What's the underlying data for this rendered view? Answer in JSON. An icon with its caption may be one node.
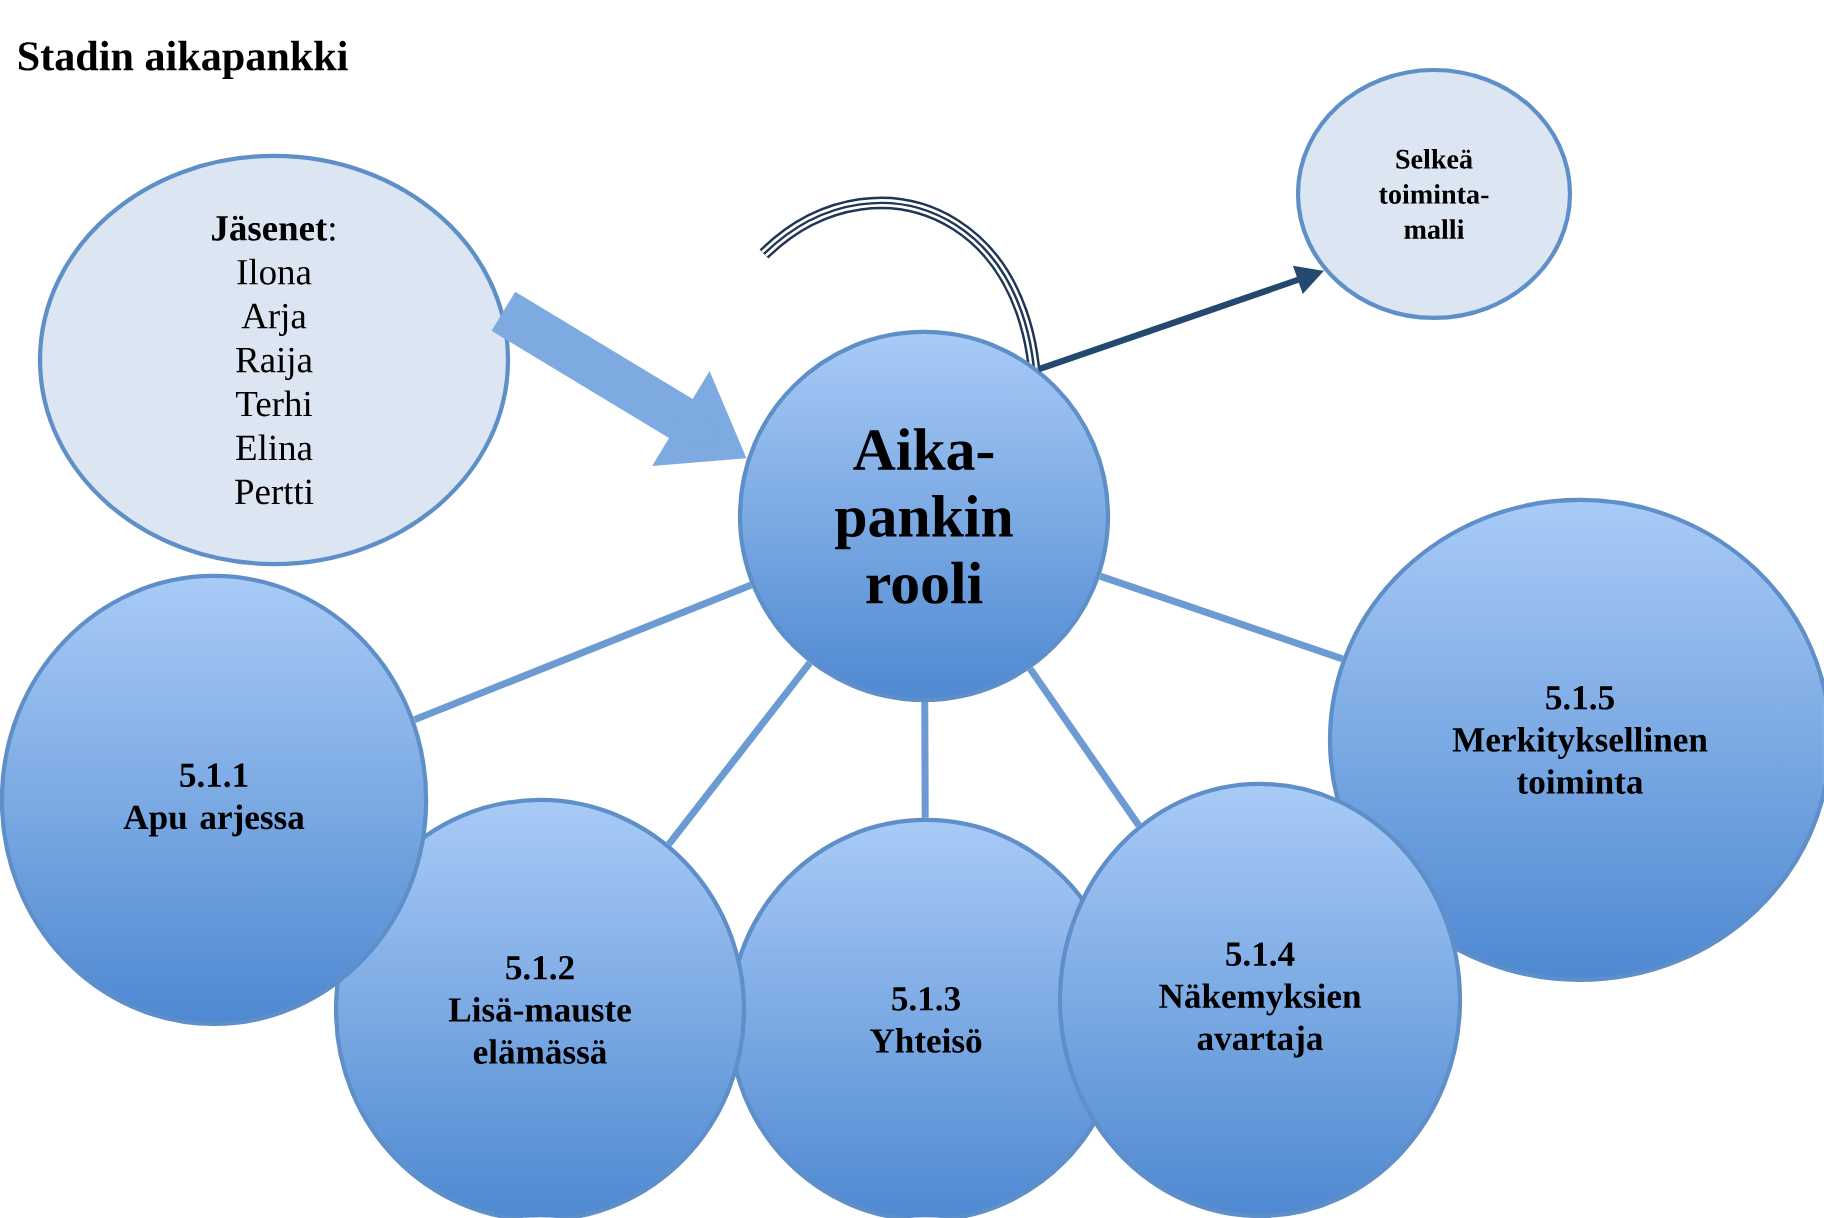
{
  "diagram": {
    "title": "Stadin aikapankki",
    "nodes": [
      {
        "text": [
          "**Jäsenet**:",
          "Ilona Arja Raija Terhi Elina Pertti"
        ]
      },
      {
        "text": [
          "Aika-pankin rooli"
        ]
      },
      {
        "text": [
          "Selkeä toiminta-malli"
        ]
      },
      {
        "text": [
          "5.1.1",
          "Apu arjessa"
        ]
      },
      {
        "text": [
          "5.1.2",
          "Lisä-mauste elämässä"
        ]
      },
      {
        "text": [
          "5.1.3",
          "Yhteisö"
        ]
      },
      {
        "text": [
          "5.1.4",
          "Näkemyksien avartaja"
        ]
      },
      {
        "text": [
          "5.1.5",
          "Merkityksellinen toiminta"
        ]
      }
    ],
    "edges": [
      {
        "from": 0,
        "to": 1,
        "arrow": "to",
        "style": "thick",
        "color": "#7eaae2"
      },
      {
        "from": 1,
        "to": 2,
        "arrow": "to",
        "color": "#24496e"
      },
      {
        "from": 1,
        "to": 3,
        "arrow": "none"
      },
      {
        "from": 1,
        "to": 4,
        "arrow": "none"
      },
      {
        "from": 1,
        "to": 5,
        "arrow": "none"
      },
      {
        "from": 1,
        "to": 6,
        "arrow": "none"
      },
      {
        "from": 1,
        "to": 7,
        "arrow": "none"
      }
    ]
  }
}
